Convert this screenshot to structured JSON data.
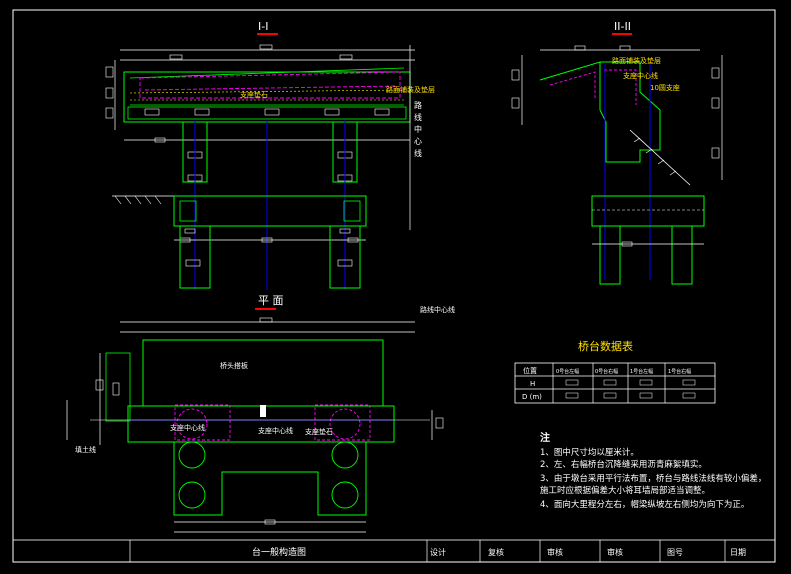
{
  "sections": {
    "section_1": "I-I",
    "section_2": "II-II",
    "plan": "平 面"
  },
  "labels": {
    "support_pad": "支座垫石",
    "road_center_v": [
      "路",
      "线",
      "中",
      "心",
      "线"
    ],
    "road_center": "路线中心线",
    "support_center": "支座中心线",
    "bearing": "10圆支座",
    "abut_backwall": "桥头搭板",
    "backfill": "填土线",
    "pad_label_2": "路面铺装及垫层",
    "support_line_2": "支座中心线"
  },
  "table": {
    "title": "桥台数据表",
    "headers": [
      "位置",
      "0号台左幅",
      "0号台右幅",
      "1号台左幅",
      "1号台右幅"
    ],
    "rows": [
      {
        "label": "H",
        "cells": [
          "",
          "",
          "",
          ""
        ]
      },
      {
        "label": "D (m)",
        "cells": [
          "",
          "",
          "",
          ""
        ]
      }
    ]
  },
  "notes": {
    "heading": "注",
    "items": [
      "1、图中尺寸均以厘米计。",
      "2、左、右幅桥台沉降缝采用沥青麻絮填实。",
      "3、由于墩台采用平行法布置，桥台与路线法线有较小偏差，",
      "   施工时应根据偏差大小将耳墙局部适当调整。",
      "4、面向大里程分左右，帽梁纵坡左右侧均为向下为正。"
    ]
  },
  "title_block": {
    "drawing_name": "台一般构造图",
    "design": "设计",
    "review": "复核",
    "check": "审核",
    "approve": "审核",
    "drawing_no": "图号",
    "date": "日期"
  },
  "colors": {
    "structure": "#00ff00",
    "dimension": "#ffffff",
    "centerline": "#0000ff",
    "rebar": "#ff00ff",
    "text": "#ffff00",
    "background": "#000000"
  }
}
